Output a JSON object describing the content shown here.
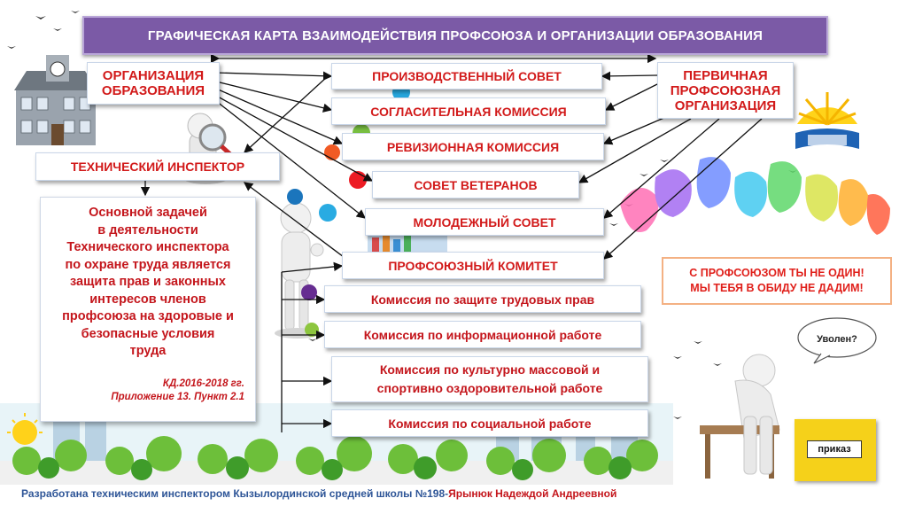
{
  "title": "ГРАФИЧЕСКАЯ КАРТА ВЗАИМОДЕЙСТВИЯ ПРОФСОЮЗА И ОРГАНИЗАЦИИ ОБРАЗОВАНИЯ",
  "nodes": {
    "org_line1": "ОРГАНИЗАЦИЯ",
    "org_line2": "ОБРАЗОВАНИЯ",
    "union_line1": "ПЕРВИЧНАЯ",
    "union_line2": "ПРОФСОЮЗНАЯ",
    "union_line3": "ОРГАНИЗАЦИЯ",
    "tech_inspector": "ТЕХНИЧЕСКИЙ ИНСПЕКТОР",
    "production_council": "ПРОИЗВОДСТВЕННЫЙ СОВЕТ",
    "conciliation": "СОГЛАСИТЕЛЬНАЯ КОМИССИЯ",
    "audit": "РЕВИЗИОННАЯ КОМИССИЯ",
    "veterans": "СОВЕТ ВЕТЕРАНОВ",
    "youth": "МОЛОДЕЖНЫЙ СОВЕТ",
    "union_committee": "ПРОФСОЮЗНЫЙ КОМИТЕТ",
    "labor_rights": "Комиссия по защите трудовых прав",
    "info_work": "Комиссия по информационной работе",
    "culture_line1": "Комиссия по культурно массовой и",
    "culture_line2": "спортивно оздоровительной работе",
    "social": "Комиссия по социальной работе"
  },
  "task_text": {
    "lines": [
      "Основной задачей",
      "в деятельности",
      "Технического инспектора",
      "по охране труда является",
      "защита прав и законных",
      "интересов членов",
      "профсоюза на здоровые и",
      "безопасные условия",
      "труда"
    ],
    "ref1": "КД.2016-2018 гг.",
    "ref2": "Приложение 13. Пункт 2.1"
  },
  "slogan": {
    "line1": "С ПРОФСОЮЗОМ ТЫ НЕ ОДИН!",
    "line2": "МЫ ТЕБЯ В ОБИДУ НЕ ДАДИМ!"
  },
  "speech_bubble": "Уволен?",
  "order_label": "приказ",
  "footer": {
    "part1": "Разработана техническим инспектором Кызылординской средней школы №198-",
    "part2": " Ярынюк Надеждой Андреевной"
  },
  "colors": {
    "accent_red": "#d21a1a",
    "title_purple": "#7b5aa6",
    "footer_blue": "#2e5597"
  }
}
